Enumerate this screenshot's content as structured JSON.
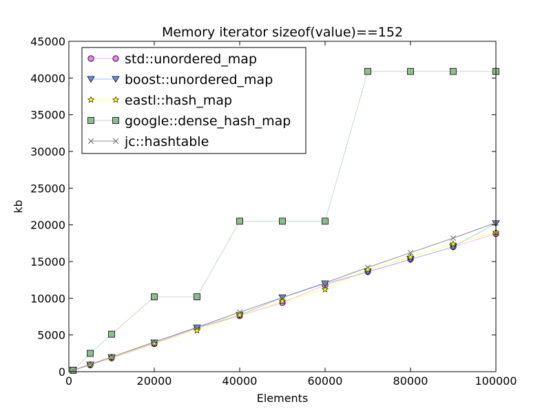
{
  "chart_data": {
    "type": "line",
    "title": "Memory iterator sizeof(value)==152",
    "xlabel": "Elements",
    "ylabel": "kb",
    "xlim": [
      0,
      100000
    ],
    "ylim": [
      0,
      45000
    ],
    "xticks": [
      "0",
      "20000",
      "40000",
      "60000",
      "80000",
      "100000"
    ],
    "yticks": [
      "0",
      "5000",
      "10000",
      "15000",
      "20000",
      "25000",
      "30000",
      "35000",
      "40000",
      "45000"
    ],
    "legend_position": "top-left",
    "grid": false,
    "x": [
      1000,
      5000,
      10000,
      20000,
      30000,
      40000,
      50000,
      60000,
      70000,
      80000,
      90000,
      100000
    ],
    "series": [
      {
        "name": "std::unordered_map",
        "color": "#ee82ee",
        "marker": "circle",
        "values": [
          200,
          900,
          1850,
          3800,
          5900,
          7600,
          9400,
          11800,
          13600,
          15300,
          17000,
          18800
        ]
      },
      {
        "name": "boost::unordered_map",
        "color": "#6495ed",
        "marker": "triangle-down",
        "values": [
          200,
          950,
          1950,
          3950,
          6000,
          7700,
          10100,
          12000,
          13600,
          15300,
          17000,
          20200
        ]
      },
      {
        "name": "eastl::hash_map",
        "color": "#ffff00",
        "marker": "star",
        "values": [
          200,
          950,
          1950,
          3850,
          5600,
          7700,
          9600,
          11200,
          13900,
          15600,
          17400,
          19000
        ]
      },
      {
        "name": "google::dense_hash_map",
        "color": "#8fbc8f",
        "marker": "square",
        "values": [
          200,
          2500,
          5100,
          10200,
          10200,
          20500,
          20500,
          20500,
          40900,
          40900,
          40900,
          40900
        ]
      },
      {
        "name": "jc::hashtable",
        "color": "#808080",
        "marker": "x",
        "values": [
          200,
          1000,
          2000,
          4050,
          6050,
          8100,
          10100,
          12100,
          14200,
          16200,
          18200,
          20300
        ]
      }
    ]
  }
}
